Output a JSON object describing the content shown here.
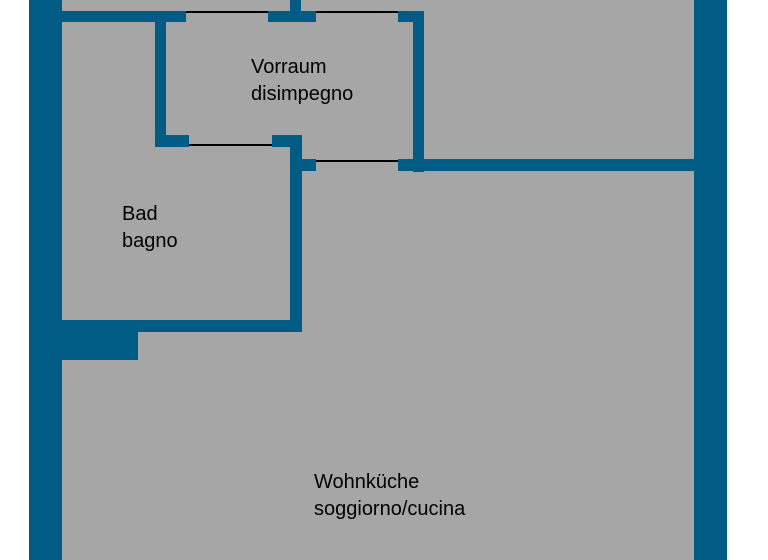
{
  "colors": {
    "wall": "#005b85",
    "floor": "#a6a6a6",
    "background": "#ffffff",
    "door_line": "#000000"
  },
  "rooms": {
    "vorraum": {
      "label_de": "Vorraum",
      "label_it": "disimpegno"
    },
    "bad": {
      "label_de": "Bad",
      "label_it": "bagno"
    },
    "wohnkueche": {
      "label_de": "Wohnküche",
      "label_it": "soggiorno/cucina"
    }
  }
}
